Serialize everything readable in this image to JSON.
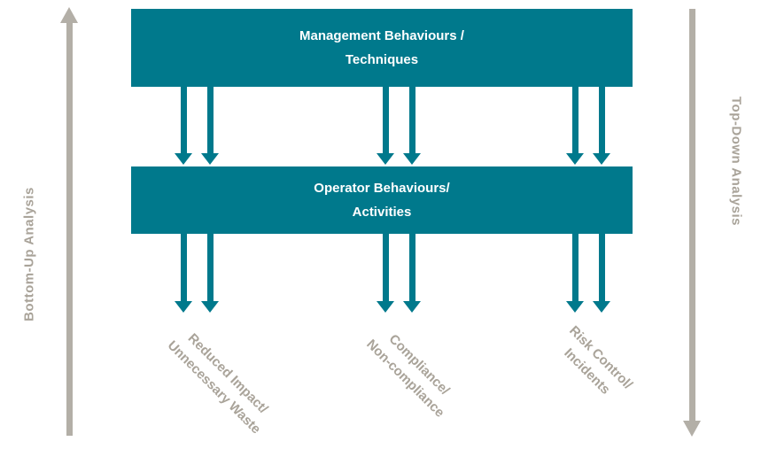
{
  "colors": {
    "teal": "#00798C",
    "gray_arrow": "#B3AFA7",
    "gray_text": "#A9A399",
    "box_text": "#FFFFFF"
  },
  "axes": {
    "left_label": "Bottom-Up Analysis",
    "right_label": "Top-Down Analysis"
  },
  "boxes": {
    "management": {
      "line1": "Management Behaviours /",
      "line2": "Techniques"
    },
    "operator": {
      "line1": "Operator Behaviours/",
      "line2": "Activities"
    }
  },
  "outcomes": [
    {
      "line1": "Reduced Impact/",
      "line2": "Unnecessary Waste"
    },
    {
      "line1": "Compliance/",
      "line2": "Non-compliance"
    },
    {
      "line1": "Risk Control/",
      "line2": "Incidents"
    }
  ]
}
